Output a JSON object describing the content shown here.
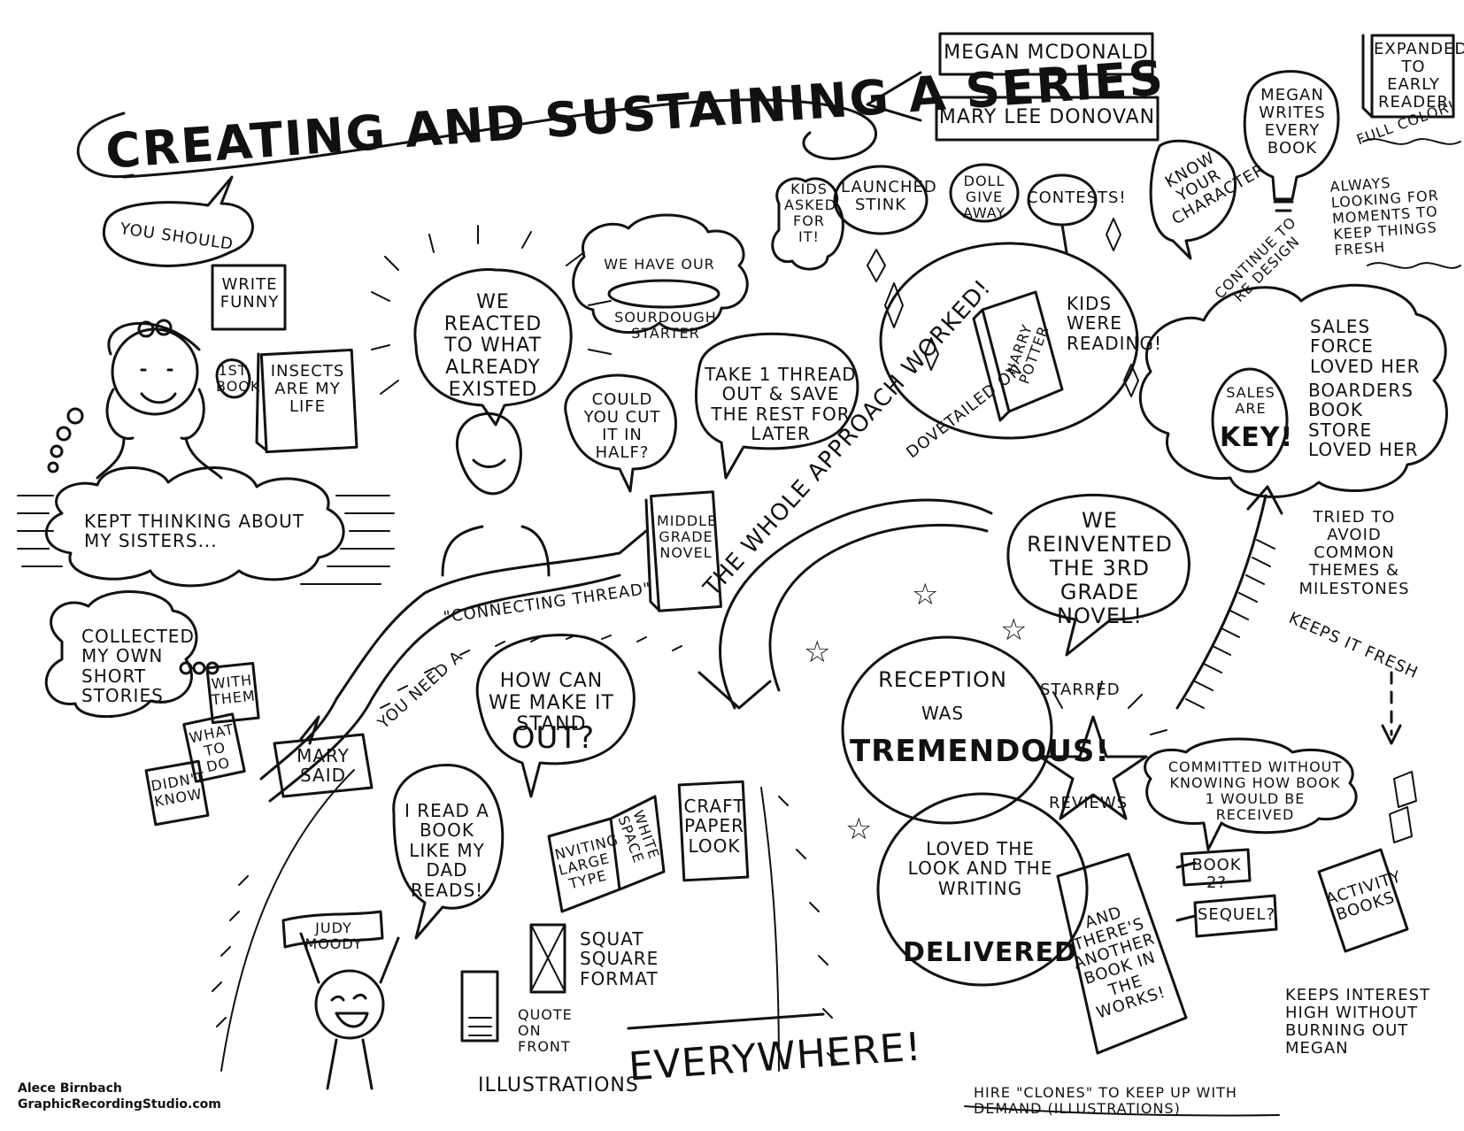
{
  "title": "Creating and Sustaining a Series",
  "speakers": [
    "Megan McDonald",
    "Mary Lee Donovan"
  ],
  "left": {
    "you_should": "You should",
    "write_funny": "Write funny",
    "first_book": "1st book",
    "insects": "Insects are my life",
    "sisters": "Kept thinking about my sisters...",
    "short_stories": "Collected my own short stories",
    "with_them": "With them",
    "what_to_do": "What to do",
    "didnt_know": "Didn't know",
    "mary_said": "Mary said",
    "you_need_a": "You need a",
    "connecting_thread": "\"Connecting thread\""
  },
  "center": {
    "reacted": "We reacted to what already existed",
    "sourdough_top": "We have our",
    "sourdough_bottom": "Sourdough starter",
    "cut": "Could you cut it in half?",
    "thread": "Take 1 thread out & save the rest for later",
    "middle_grade": "Middle grade novel",
    "whole_approach": "The whole approach worked!",
    "stand_out": "How can we make it stand",
    "out": "Out?",
    "read_book": "I read a book like my dad reads!",
    "judy_moody": "Judy Moody",
    "inviting": "Inviting large type",
    "white_space": "White space",
    "craft": "Craft paper look",
    "squat": "Squat square format",
    "quote": "Quote on front",
    "illustrations": "Illustrations",
    "everywhere": "Everywhere!"
  },
  "right": {
    "kids_asked": "Kids asked for it!",
    "launched": "Launched Stink",
    "doll": "Doll give away",
    "contests": "Contests!",
    "harry_potter": "Harry Potter",
    "kids_reading": "Kids were reading!",
    "dovetailed": "Dovetailed on",
    "know_character": "Know your character",
    "megan_writes": "Megan writes every book",
    "expanded": "Expanded to early reader",
    "full_color": "Full color!",
    "redesign": "Continue to re design",
    "fresh": "Always looking for moments to keep things fresh",
    "sales_force": "Sales force loved her",
    "sales_key_top": "Sales are",
    "sales_key": "Key!",
    "borders": "Boarders book store loved her",
    "reinvented": "We reinvented the 3rd grade novel!",
    "reception_a": "Reception",
    "reception_b": "was",
    "tremendous": "Tremendous!",
    "starred": "Starred",
    "reviews": "Reviews",
    "avoid": "Tried to avoid common themes & milestones",
    "keeps_fresh": "Keeps it fresh",
    "committed": "Committed without knowing how Book 1 would be received",
    "book2": "Book 2?",
    "sequel": "Sequel?",
    "activity": "Activity books",
    "loved_look": "Loved the look and the writing",
    "delivered": "Delivered",
    "another": "And there's another book in the works!",
    "keeps_interest": "Keeps interest high without burning out Megan",
    "clones": "Hire \"clones\" to keep up with demand (illustrations)"
  },
  "credit": {
    "name": "Alece Birnbach",
    "site": "GraphicRecordingStudio.com"
  }
}
